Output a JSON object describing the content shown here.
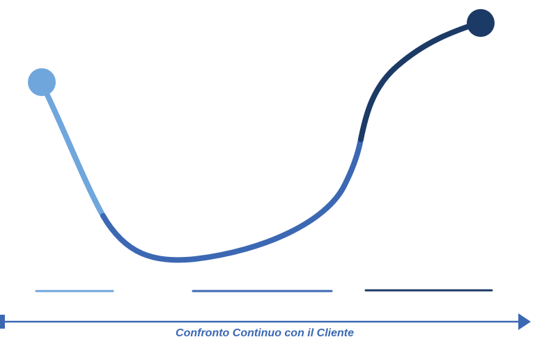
{
  "diagram": {
    "axis_label": "Confronto Continuo con il Cliente",
    "colors": {
      "phase1": "#6fa6dc",
      "phase2": "#3c68b3",
      "phase3": "#1c3a66",
      "axis": "#3c68b3",
      "label": "#3c68b3"
    },
    "phases": [
      {
        "id": "phase-1",
        "color_key": "phase1"
      },
      {
        "id": "phase-2",
        "color_key": "phase2"
      },
      {
        "id": "phase-3",
        "color_key": "phase3"
      }
    ]
  }
}
